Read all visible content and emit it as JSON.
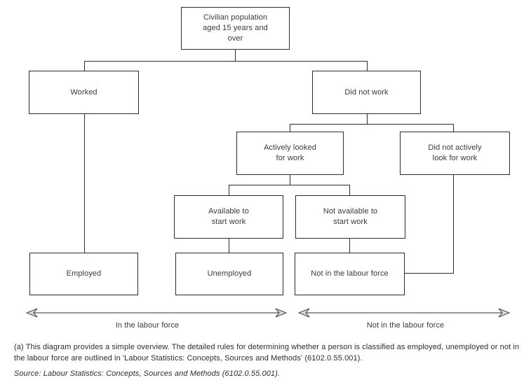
{
  "diagram": {
    "title_implicit": "Labour force classification overview",
    "nodes": {
      "civilian": {
        "label": "Civilian population\naged 15 years and\nover"
      },
      "worked": {
        "label": "Worked"
      },
      "did_not_work": {
        "label": "Did not work"
      },
      "actively_looked": {
        "label": "Actively looked\nfor work"
      },
      "did_not_actively": {
        "label": "Did not actively\nlook for work"
      },
      "available": {
        "label": "Available to\nstart work"
      },
      "not_available": {
        "label": "Not available to\nstart work"
      },
      "employed": {
        "label": "Employed"
      },
      "unemployed": {
        "label": "Unemployed"
      },
      "not_in_labour_force": {
        "label": "Not in the labour force"
      }
    },
    "axis_labels": {
      "in_labour_force": "In the labour force",
      "not_in_labour_force": "Not in the labour force"
    },
    "footnote": "(a) This diagram provides a simple overview. The detailed rules for determining whether a person is classified as employed, unemployed or not in the labour force are outlined in 'Labour Statistics: Concepts, Sources and Methods' (6102.0.55.001).",
    "source": "Source: Labour Statistics: Concepts, Sources and Methods (6102.0.55.001)."
  },
  "colors": {
    "line": "#2d2d2d",
    "text": "#363942",
    "arrowhead_fill": "#d9d9d9",
    "background": "#ffffff"
  }
}
